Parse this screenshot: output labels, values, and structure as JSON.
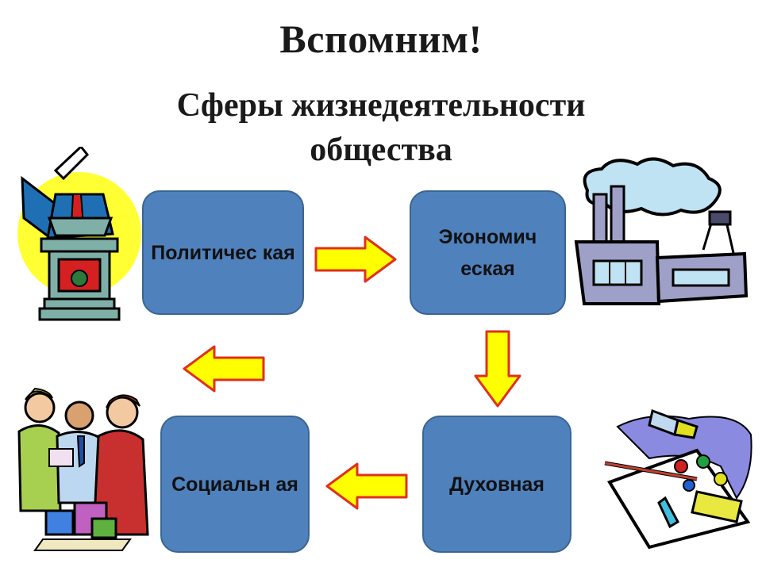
{
  "slide": {
    "title": "Вспомним!",
    "subtitle": "Сферы жизнедеятельности общества"
  },
  "spheres": {
    "political": {
      "label": "Политичес кая"
    },
    "economic": {
      "label": "Экономич еская"
    },
    "spiritual": {
      "label": "Духовная"
    },
    "social": {
      "label": "Социальн ая"
    }
  },
  "colors": {
    "box_fill": "#4f81bd",
    "box_border": "#3b6592",
    "arrow_fill": "#ffff00",
    "arrow_stroke": "#e0301e"
  },
  "icons": {
    "political": "politician-podium-icon",
    "economic": "factory-icon",
    "social": "family-gifts-icon",
    "spiritual": "art-palette-icon"
  }
}
